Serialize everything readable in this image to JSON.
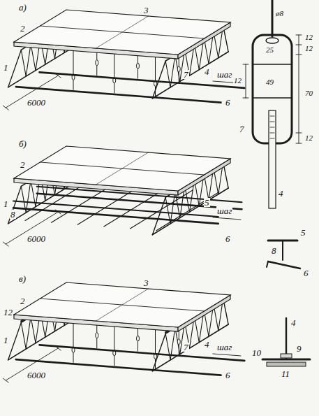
{
  "diagram": {
    "labels": [
      "а)",
      "3",
      "2",
      "1",
      "4",
      "7",
      "шаг",
      "6",
      "6000",
      "ø8",
      "12",
      "12",
      "25",
      "12",
      "49",
      "70",
      "12",
      "7",
      "4",
      "б)",
      "2",
      "1",
      "5",
      "6",
      "шаг",
      "8",
      "6000",
      "5",
      "8",
      "6",
      "в)",
      "3",
      "2",
      "12",
      "4",
      "1",
      "7",
      "6",
      "шаг",
      "6000",
      "4",
      "10",
      "9",
      "11"
    ]
  }
}
